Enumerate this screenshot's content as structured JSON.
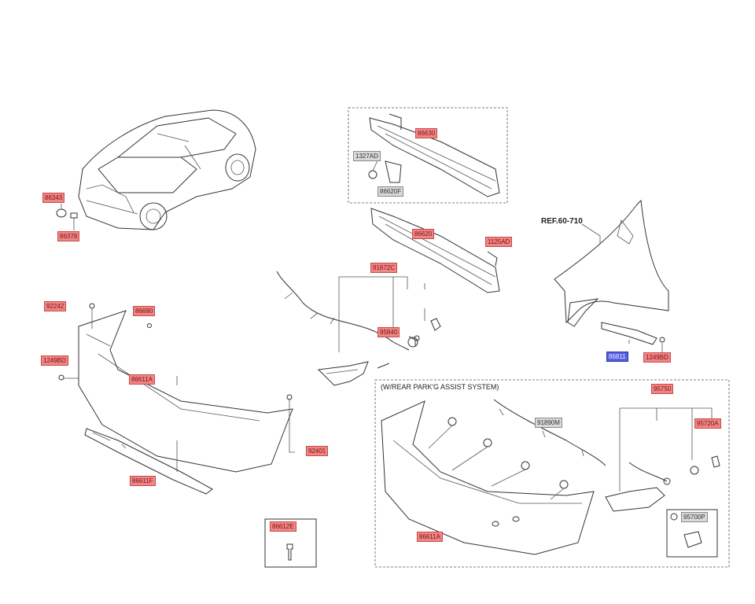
{
  "labels": {
    "l1": "86343",
    "l2": "86378",
    "l3": "86630",
    "l4": "1327AD",
    "l5": "86620F",
    "l6": "86620",
    "l7": "1125AD",
    "l8": "REF.60-710",
    "l9": "91672C",
    "l10": "92242",
    "l11": "86690",
    "l12": "1249BD",
    "l13": "86611A",
    "l14": "95840",
    "l15": "92401",
    "l16": "86811",
    "l17": "1249BD",
    "l18": "86611F",
    "l19": "86612E",
    "l20": "86611A",
    "l21": "(W/REAR PARK'G ASSIST SYSTEM)",
    "l22": "91890M",
    "l23": "95750",
    "l24": "95720A",
    "l25": "95700P"
  }
}
